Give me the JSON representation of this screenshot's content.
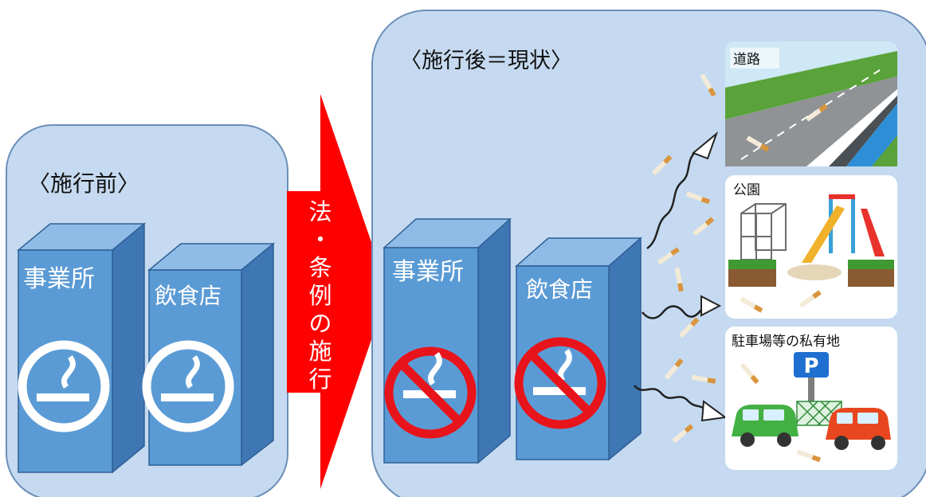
{
  "before": {
    "title": "〈施行前〉",
    "buildings": [
      "事業所",
      "飲食店"
    ]
  },
  "transition": {
    "chars": [
      "法",
      "・",
      "条",
      "例",
      "の",
      "施",
      "行"
    ]
  },
  "after": {
    "title": "〈施行後＝現状〉",
    "buildings": [
      "事業所",
      "飲食店"
    ],
    "destinations": [
      "道路",
      "公園",
      "駐車場等の私有地"
    ],
    "parking_sign": "P"
  },
  "colors": {
    "panel_fill": "#c5daf0",
    "panel_stroke": "#6b8fb8",
    "building_front": "#5b9bd5",
    "building_side": "#3f77b4",
    "building_top": "#8fbce6",
    "arrow": "#ff0000",
    "no_smoking_ring": "#e8141b",
    "car_green": "#43b043",
    "car_red": "#e8461e",
    "parking_blue": "#1e6fd0"
  }
}
